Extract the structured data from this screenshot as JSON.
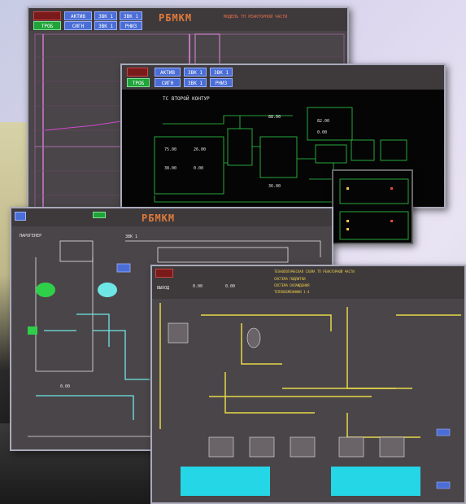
{
  "colors": {
    "panel_gray": "#4a4548",
    "schematic_black": "#050505",
    "line_cyan": "#6fe6e6",
    "line_yellow": "#e6d84a",
    "line_green": "#2fcf4a",
    "accent_blue": "#4b6ed6",
    "accent_red": "#e04a3a",
    "tank_cyan": "#25d6e6"
  },
  "window1": {
    "status_red": "",
    "status_green": "ТРОБ",
    "buttons": [
      "АКТИВ",
      "СИГН",
      "ЗВК 1",
      "ЗВК 1",
      "ЗВК 1",
      "РНИЗ"
    ],
    "title": "РБМКМ",
    "header_text": "МОДЕЛЬ ТП РЕАКТОРНОЙ ЧАСТИ"
  },
  "window2": {
    "status_green": "ТРОБ",
    "buttons": [
      "АКТИВ",
      "СИГН",
      "ЗВК 1",
      "ЗВК 1",
      "ЗВК 1",
      "РНИЗ"
    ],
    "header_text": "ТС   ВТОРОЙ КОНТУР",
    "values": [
      "75.00",
      "26.00",
      "38.00",
      "0.00",
      "88.00",
      "82.00",
      "0.00",
      "36.00"
    ]
  },
  "window3": {
    "title": "РБМКМ",
    "labels": [
      "ПАРОГЕНЕР",
      "ЗВК 1",
      "0.00"
    ]
  },
  "window4": {
    "header_text": "ТЕХНОЛОГИЧЕСКАЯ СХЕМА ТП РЕАКТОРНОЙ ЧАСТИ",
    "subtitle_lines": [
      "СИСТЕМА ПОДПИТКИ",
      "СИСТЕМА ОХЛАЖДЕНИЯ",
      "ТЕПЛООБМЕННИКИ 1-4"
    ],
    "labels": [
      "ВЫХОД",
      "0.00",
      "0.00"
    ]
  }
}
